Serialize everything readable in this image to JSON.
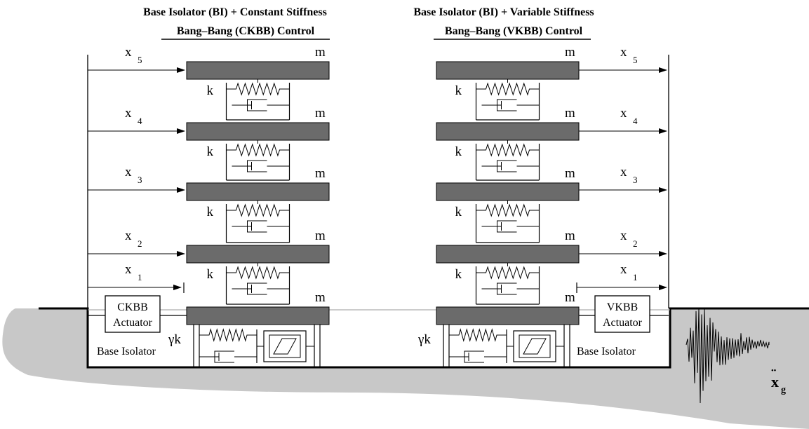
{
  "left_panel": {
    "title_line1": "Base Isolator (BI) + Constant Stiffness",
    "title_line2": "Bang–Bang (CKBB) Control",
    "actuator_line1": "CKBB",
    "actuator_line2": "Actuator",
    "isolator_label": "Base Isolator"
  },
  "right_panel": {
    "title_line1": "Base Isolator (BI) + Variable Stiffness",
    "title_line2": "Bang–Bang (VKBB) Control",
    "actuator_line1": "VKBB",
    "actuator_line2": "Actuator",
    "isolator_label": "Base Isolator"
  },
  "symbols": {
    "mass": "m",
    "stiffness": "k",
    "isolator_stiffness": "γk",
    "disp": "x",
    "disp_subscripts": [
      "5",
      "4",
      "3",
      "2",
      "1"
    ],
    "ground_accel": "x",
    "ground_accel_sub": "g",
    "ground_accel_dots": "¨"
  },
  "colors": {
    "slab": "#6b6b6b",
    "ground": "#c8c8c8",
    "line": "#000000"
  }
}
